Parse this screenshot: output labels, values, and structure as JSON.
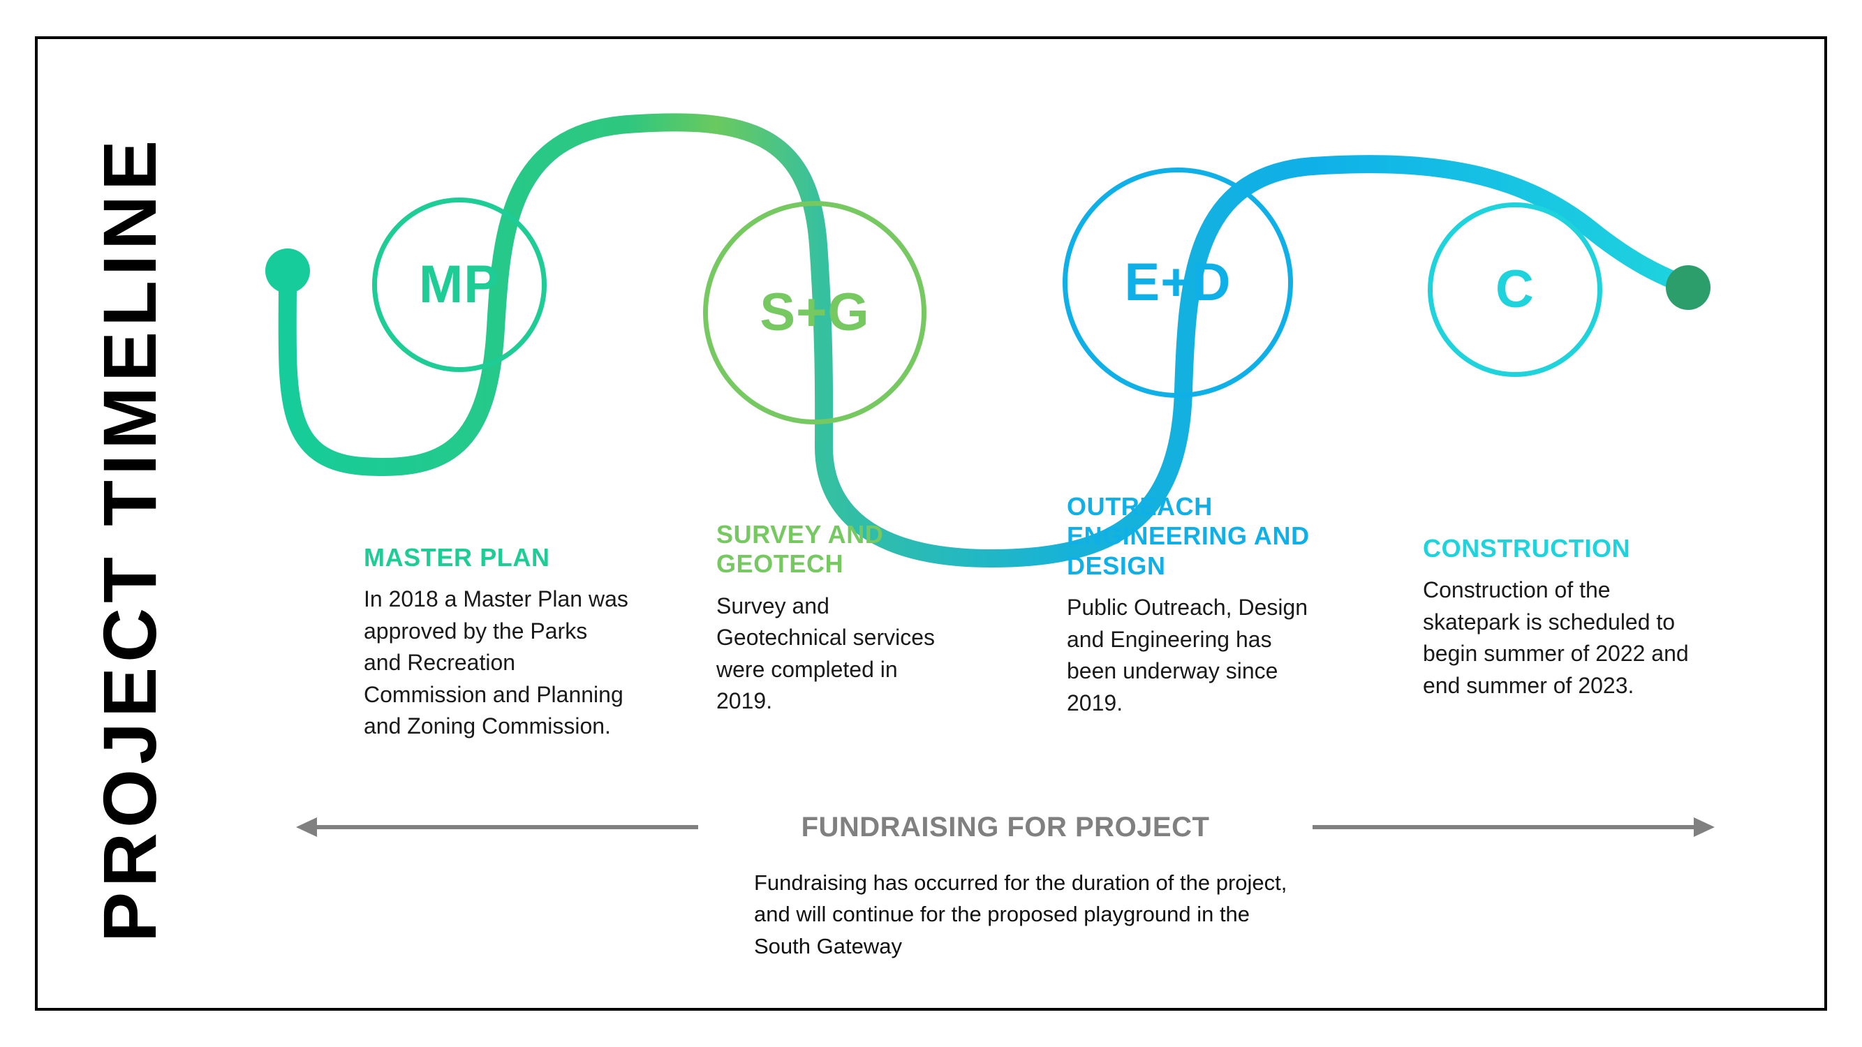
{
  "page": {
    "title": "PROJECT TIMELINE",
    "background": "#ffffff",
    "frame_color": "#000000"
  },
  "colors": {
    "master_plan": "#1ecc96",
    "survey_geotech": "#76c961",
    "engineering_design": "#0fb0e8",
    "construction": "#1fd3dd",
    "start_dot": "#16cc9a",
    "end_dot": "#2b9e6b",
    "fundraising_gray": "#808080",
    "body_text": "#111111"
  },
  "chart_data": {
    "type": "timeline",
    "title": "PROJECT TIMELINE",
    "orientation": "horizontal-serpentine",
    "start_marker": {
      "name": "start-dot",
      "color": "#16cc9a"
    },
    "end_marker": {
      "name": "end-dot",
      "color": "#2b9e6b"
    },
    "stages": [
      {
        "abbr": "MP",
        "title": "MASTER PLAN",
        "body": "In 2018 a Master Plan was approved by the Parks and Recreation Commission and Planning and Zoning Commission.",
        "color": "#1ecc96",
        "year": 2018
      },
      {
        "abbr": "S+G",
        "title": "SURVEY AND GEOTECH",
        "body": "Survey and Geotechnical services were completed in 2019.",
        "color": "#76c961",
        "year": 2019
      },
      {
        "abbr": "E+D",
        "title": "OUTREACH ENGINEERING AND DESIGN",
        "body": "Public Outreach, Design and Engineering has been underway since 2019.",
        "color": "#0fb0e8",
        "year": 2019
      },
      {
        "abbr": "C",
        "title": "CONSTRUCTION",
        "body": "Construction of the skatepark is scheduled to begin summer of 2022 and end summer of 2023.",
        "color": "#1fd3dd",
        "year": 2022
      }
    ],
    "span_band": {
      "label": "FUNDRAISING FOR PROJECT",
      "body": "Fundraising has occurred for the duration of the project, and will continue for the proposed playground in the South Gateway",
      "color": "#808080",
      "arrow": "double-headed",
      "covers_stages": [
        "MP",
        "S+G",
        "E+D",
        "C"
      ]
    }
  },
  "stages": [
    {
      "abbr": "MP",
      "title": "MASTER PLAN",
      "body": "In 2018 a Master Plan was approved by the Parks and Recreation Commission and Planning and Zoning Commission.",
      "color": "#1ecc96"
    },
    {
      "abbr": "S+G",
      "title": "SURVEY AND GEOTECH",
      "body": "Survey and Geotechnical services were completed in 2019.",
      "color": "#76c961"
    },
    {
      "abbr": "E+D",
      "title": "OUTREACH ENGINEERING AND DESIGN",
      "body": "Public Outreach, Design and Engineering has been underway since 2019.",
      "color": "#0fb0e8"
    },
    {
      "abbr": "C",
      "title": "CONSTRUCTION",
      "body": "Construction of the skatepark is scheduled to begin summer of 2022 and end summer of 2023.",
      "color": "#1fd3dd"
    }
  ],
  "fundraising": {
    "label": "FUNDRAISING FOR PROJECT",
    "body": "Fundraising has occurred for the duration of the project, and will continue for the proposed playground in the South Gateway"
  }
}
